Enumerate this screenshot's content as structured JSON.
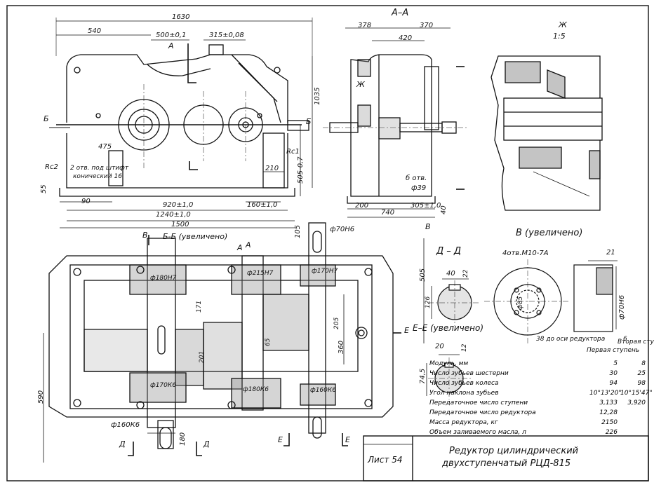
{
  "section_titles": {
    "aa": "А–А",
    "zh": "Ж",
    "zh_scale": "1:5",
    "bb": "Б-Б (увеличено)",
    "v": "В (увеличено)",
    "dd": "Д – Д",
    "ee": "Е–Е (увеличено)"
  },
  "front_view": {
    "dims": [
      "1630",
      "540",
      "500±0,1",
      "315±0,08",
      "475",
      "210",
      "90",
      "920±1,0",
      "1240±1,0",
      "1500",
      "160±1,0",
      "1035",
      "505-0,7",
      "55"
    ],
    "notes": [
      "Rc2",
      "Rc1",
      "2 отв. под штифт",
      "конический 16"
    ],
    "markers": [
      "А",
      "Б",
      "Б"
    ]
  },
  "side_view": {
    "dims": [
      "378",
      "370",
      "420",
      "200",
      "740",
      "305±1,0",
      "40",
      "б отв.",
      "ф39"
    ],
    "markers": [
      "Ж",
      "В",
      "А"
    ]
  },
  "plan_view": {
    "dims": [
      "105",
      "ф70Н6",
      "505",
      "ф180Н7",
      "ф215Н7",
      "ф170Н7",
      "ф170К6",
      "ф180К6",
      "ф160К6",
      "ф160К6",
      "171",
      "205",
      "65",
      "360",
      "201",
      "590",
      "180"
    ],
    "markers": [
      "В",
      "А",
      "Д",
      "Д",
      "Е",
      "Е",
      "Е"
    ]
  },
  "detail_v": {
    "note": "4отв.М10-7А",
    "dims": [
      "21",
      "ф70Н6",
      "38 до оси редуктора",
      "6",
      "ф85"
    ]
  },
  "detail_dd": {
    "dims": [
      "40",
      "22",
      "126"
    ]
  },
  "detail_ee": {
    "dims": [
      "20",
      "12",
      "74,5"
    ]
  },
  "spec_table": {
    "col_headers": [
      "Первая ступень",
      "Вторая ступень"
    ],
    "rows": [
      {
        "label": "Модуль, мм",
        "v1": "5",
        "v2": "8"
      },
      {
        "label": "Число зубьев шестерни",
        "v1": "30",
        "v2": "25"
      },
      {
        "label": "Число зубьев колеса",
        "v1": "94",
        "v2": "98"
      },
      {
        "label": "Угол наклона зубьев",
        "v1": "10°13'20\"",
        "v2": "10°15'47\""
      },
      {
        "label": "Передаточное число ступени",
        "v1": "3,133",
        "v2": "3,920"
      },
      {
        "label": "Передаточное число редуктора",
        "v1": "12,28",
        "v2": ""
      },
      {
        "label": "Масса редуктора, кг",
        "v1": "2150",
        "v2": ""
      },
      {
        "label": "Объем заливаемого масла, л",
        "v1": "226",
        "v2": ""
      }
    ]
  },
  "title_block": {
    "sheet": "Лист 54",
    "title_line1": "Редуктор цилиндрический",
    "title_line2": "двухступенчатый  РЦД-815"
  }
}
